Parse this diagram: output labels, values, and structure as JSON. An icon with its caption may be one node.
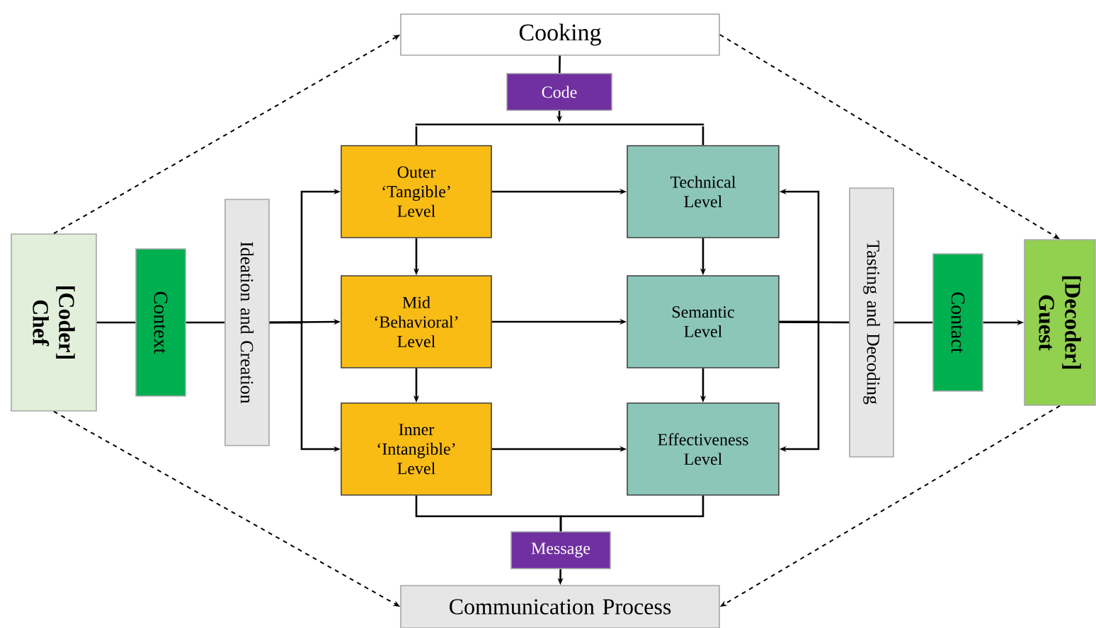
{
  "diagram": {
    "nodes": [
      {
        "text": [
          "Cooking"
        ]
      },
      {
        "text": [
          "Code"
        ]
      },
      {
        "text": [
          "[Coder] Chef"
        ]
      },
      {
        "text": [
          "Context"
        ]
      },
      {
        "text": [
          "Ideation and Creation"
        ]
      },
      {
        "text": [
          "Outer ‘Tangible’ Level"
        ]
      },
      {
        "text": [
          "Mid ‘Behavioral’ Level"
        ]
      },
      {
        "text": [
          "Inner ‘Intangible’ Level"
        ]
      },
      {
        "text": [
          "Technical Level"
        ]
      },
      {
        "text": [
          "Semantic Level"
        ]
      },
      {
        "text": [
          "Effectiveness Level"
        ]
      },
      {
        "text": [
          "Tasting and Decoding"
        ]
      },
      {
        "text": [
          "Contact"
        ]
      },
      {
        "text": [
          "[Decoder] Guest"
        ]
      },
      {
        "text": [
          "Message"
        ]
      },
      {
        "text": [
          "Communication Process"
        ]
      },
      {
        "text": [],
        "shape": "bar"
      }
    ],
    "edges": [
      {
        "from": 2,
        "to": 0,
        "arrow": "to",
        "style": "dashed"
      },
      {
        "from": 0,
        "to": 13,
        "arrow": "to",
        "style": "dashed"
      },
      {
        "from": 2,
        "to": 15,
        "arrow": "to",
        "style": "dashed"
      },
      {
        "from": 13,
        "to": 15,
        "arrow": "to",
        "style": "dashed"
      },
      {
        "from": 0,
        "to": 1,
        "arrow": "none"
      },
      {
        "from": 1,
        "to": 16,
        "arrow": "to"
      },
      {
        "from": 16,
        "to": 5,
        "arrow": "none"
      },
      {
        "from": 2,
        "to": 3,
        "arrow": "none"
      },
      {
        "from": 3,
        "to": 4,
        "arrow": "none"
      },
      {
        "from": 4,
        "to": 5,
        "arrow": "to"
      },
      {
        "from": 4,
        "to": 6,
        "arrow": "to"
      },
      {
        "from": 4,
        "to": 7,
        "arrow": "to"
      },
      {
        "from": 5,
        "to": 6,
        "arrow": "to"
      },
      {
        "from": 6,
        "to": 7,
        "arrow": "to"
      },
      {
        "from": 5,
        "to": 8,
        "arrow": "to"
      },
      {
        "from": 6,
        "to": 9,
        "arrow": "to"
      },
      {
        "from": 7,
        "to": 10,
        "arrow": "to"
      },
      {
        "from": 8,
        "to": 9,
        "arrow": "to"
      },
      {
        "from": 9,
        "to": 10,
        "arrow": "to"
      },
      {
        "from": 9,
        "to": 8,
        "arrow": "to"
      },
      {
        "from": 9,
        "to": 10,
        "arrow": "to"
      },
      {
        "from": 9,
        "to": 11,
        "arrow": "none"
      },
      {
        "from": 11,
        "to": 12,
        "arrow": "none"
      },
      {
        "from": 12,
        "to": 13,
        "arrow": "to"
      },
      {
        "from": 7,
        "to": 14,
        "arrow": "none"
      },
      {
        "from": 10,
        "to": 14,
        "arrow": "none"
      },
      {
        "from": 14,
        "to": 15,
        "arrow": "to"
      },
      {
        "from": 16,
        "to": 8,
        "arrow": "none"
      }
    ]
  }
}
